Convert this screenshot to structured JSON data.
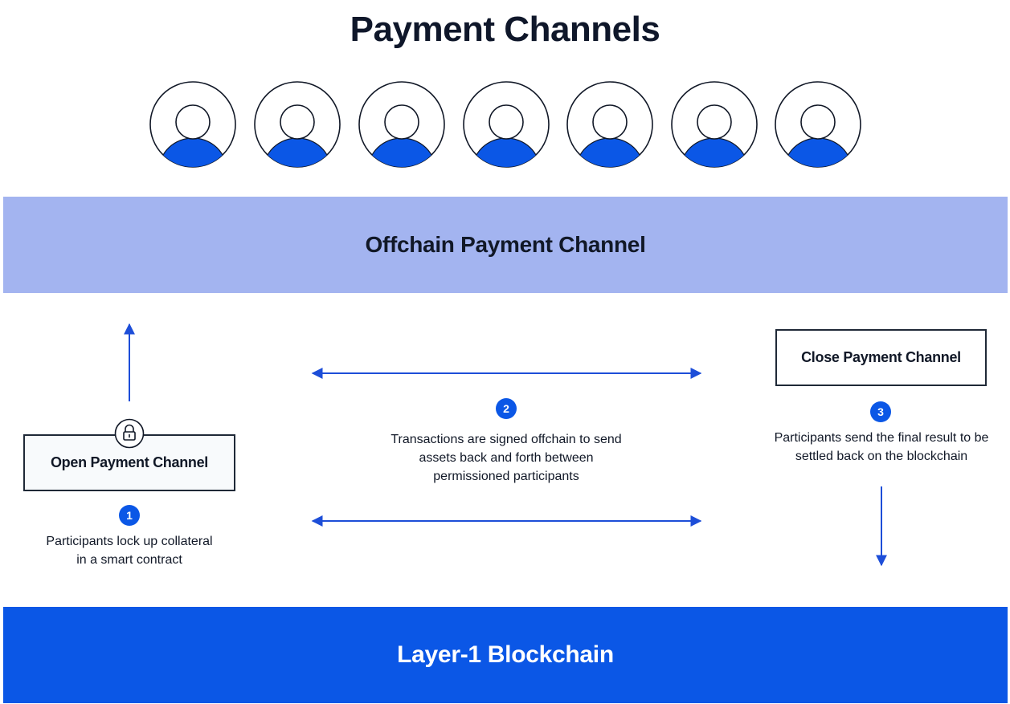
{
  "title": "Payment Channels",
  "participants": [
    {
      "id": "participant-1"
    },
    {
      "id": "participant-2"
    },
    {
      "id": "participant-3"
    },
    {
      "id": "participant-4"
    },
    {
      "id": "participant-5"
    },
    {
      "id": "participant-6"
    },
    {
      "id": "participant-7"
    }
  ],
  "offchain_layer": {
    "label": "Offchain Payment Channel"
  },
  "layer1": {
    "label": "Layer-1 Blockchain"
  },
  "open_channel": {
    "label": "Open Payment Channel",
    "icon": "lock-icon",
    "step": "1",
    "description_lines": [
      "Participants lock up collateral",
      "in a smart contract"
    ]
  },
  "transactions": {
    "step": "2",
    "description_lines": [
      "Transactions are signed offchain to send",
      "assets back and forth between",
      "permissioned participants"
    ]
  },
  "close_channel": {
    "label": "Close Payment Channel",
    "step": "3",
    "description_lines": [
      "Participants send the final result to be",
      "settled back on the blockchain"
    ]
  },
  "colors": {
    "accent_blue": "#0b57e6",
    "offchain_band": "#a3b4f0",
    "layer1_band": "#0b57e6",
    "arrow": "#1d4ed8"
  }
}
